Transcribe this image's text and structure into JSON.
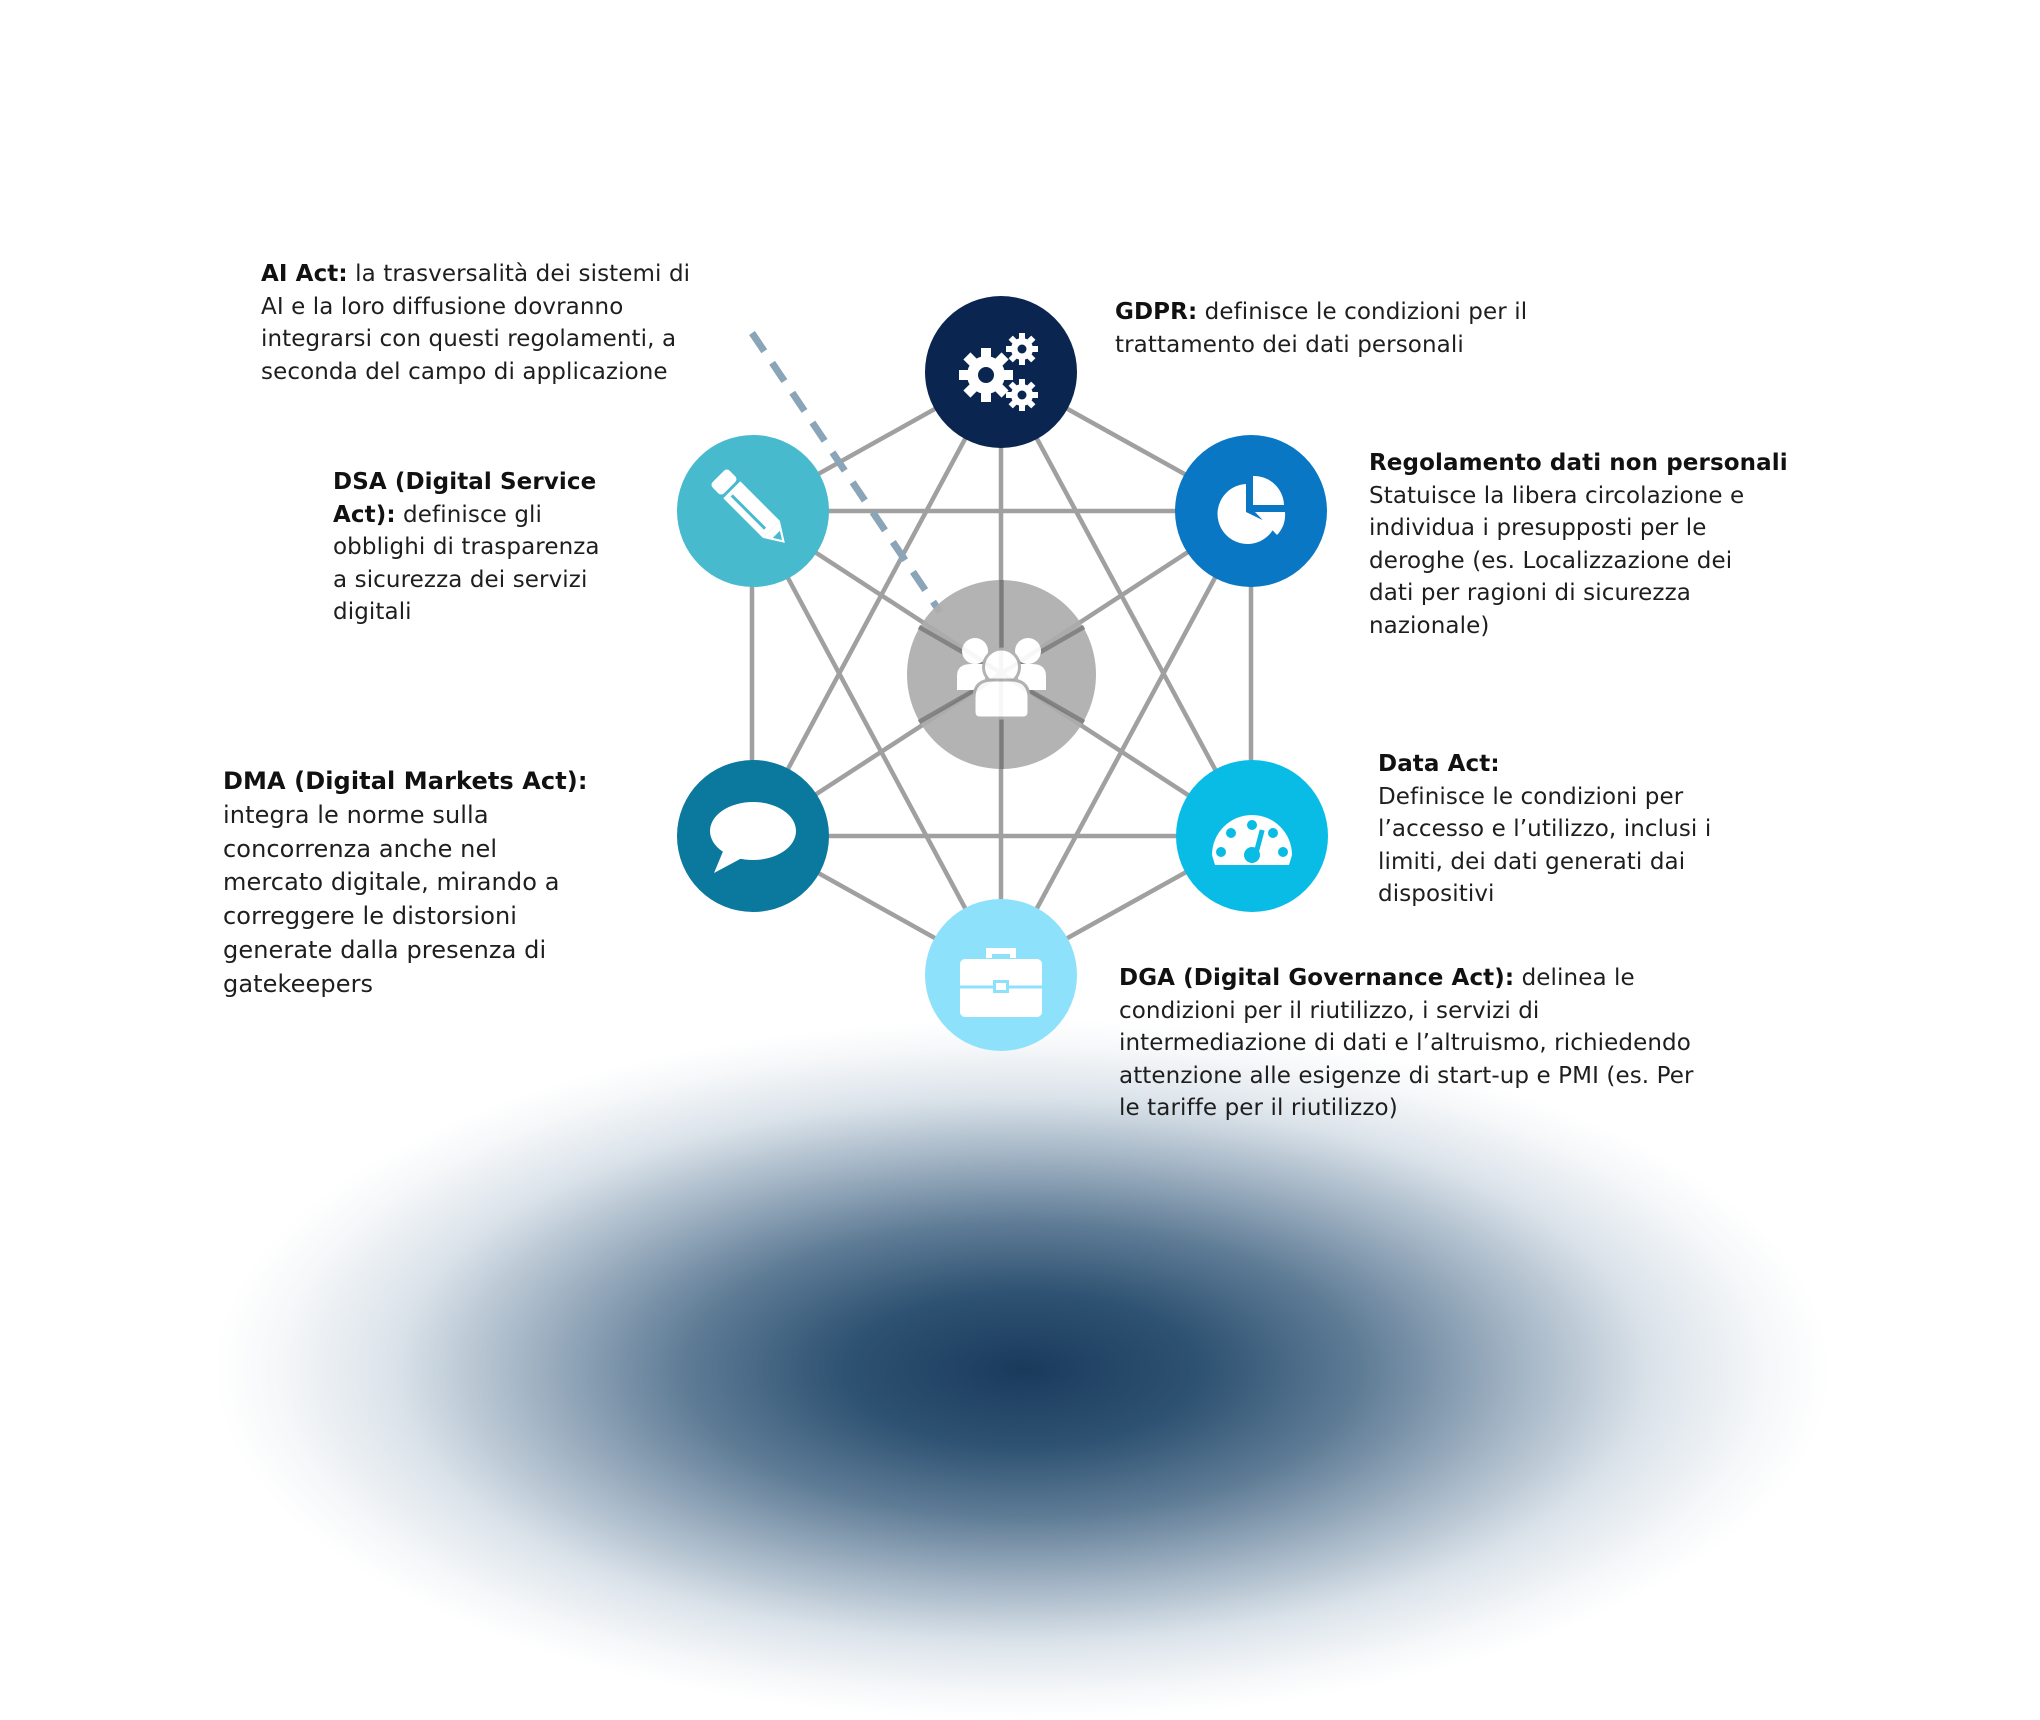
{
  "colors": {
    "gdpr": "#0a2550",
    "dsa": "#47bacd",
    "regolamento": "#0a77c4",
    "center": "#adadad",
    "dma": "#0b789e",
    "data_act": "#08bce6",
    "dga": "#8ee1fb",
    "edges": "#a0a0a0",
    "dashed_pointer": "#8aa4b8",
    "text": "#1e1e1e"
  },
  "center_node": {
    "icon": "people-group-icon"
  },
  "nodes": [
    {
      "id": "gdpr",
      "icon": "gears-icon"
    },
    {
      "id": "regolamento",
      "icon": "pie-chart-icon"
    },
    {
      "id": "data_act",
      "icon": "speedometer-icon"
    },
    {
      "id": "dga",
      "icon": "briefcase-icon"
    },
    {
      "id": "dma",
      "icon": "speech-bubble-icon"
    },
    {
      "id": "dsa",
      "icon": "pencil-icon"
    }
  ],
  "descriptions": {
    "ai_act": {
      "title": "AI Act:",
      "lines": [
        " la trasversalità dei sistemi di",
        "AI e la loro diffusione dovranno",
        "integrarsi con questi regolamenti, a",
        "seconda del campo di applicazione"
      ]
    },
    "gdpr": {
      "title": "GDPR:",
      "lines": [
        " definisce le condizioni per il",
        "trattamento dei dati personali"
      ]
    },
    "regolamento": {
      "title": "Regolamento dati non personali",
      "lines": [
        "Statuisce la libera circolazione e",
        "individua i presupposti per le",
        "deroghe (es. Localizzazione dei",
        "dati per ragioni di sicurezza",
        "nazionale)"
      ]
    },
    "dsa": {
      "title_line1": "DSA (Digital Service",
      "title_line2": "Act):",
      "lines": [
        " definisce gli",
        "obblighi di trasparenza",
        "a sicurezza dei servizi",
        "digitali"
      ]
    },
    "dma": {
      "title": "DMA (Digital Markets Act):",
      "lines": [
        "integra le norme sulla",
        "concorrenza anche nel",
        "mercato digitale, mirando a",
        "correggere le distorsioni",
        "generate dalla presenza di",
        "gatekeepers"
      ]
    },
    "data_act": {
      "title": "Data Act:",
      "lines": [
        "Definisce le condizioni per",
        "l’accesso e l’utilizzo, inclusi i",
        "limiti, dei dati generati dai",
        "dispositivi"
      ]
    },
    "dga": {
      "title": "DGA (Digital Governance Act):",
      "lines": [
        " delinea le",
        "condizioni per il riutilizzo, i servizi di",
        "intermediazione di dati e l’altruismo, richiedendo",
        "attenzione alle esigenze di start-up e PMI (es. Per",
        "le tariffe per il riutilizzo)"
      ]
    }
  }
}
